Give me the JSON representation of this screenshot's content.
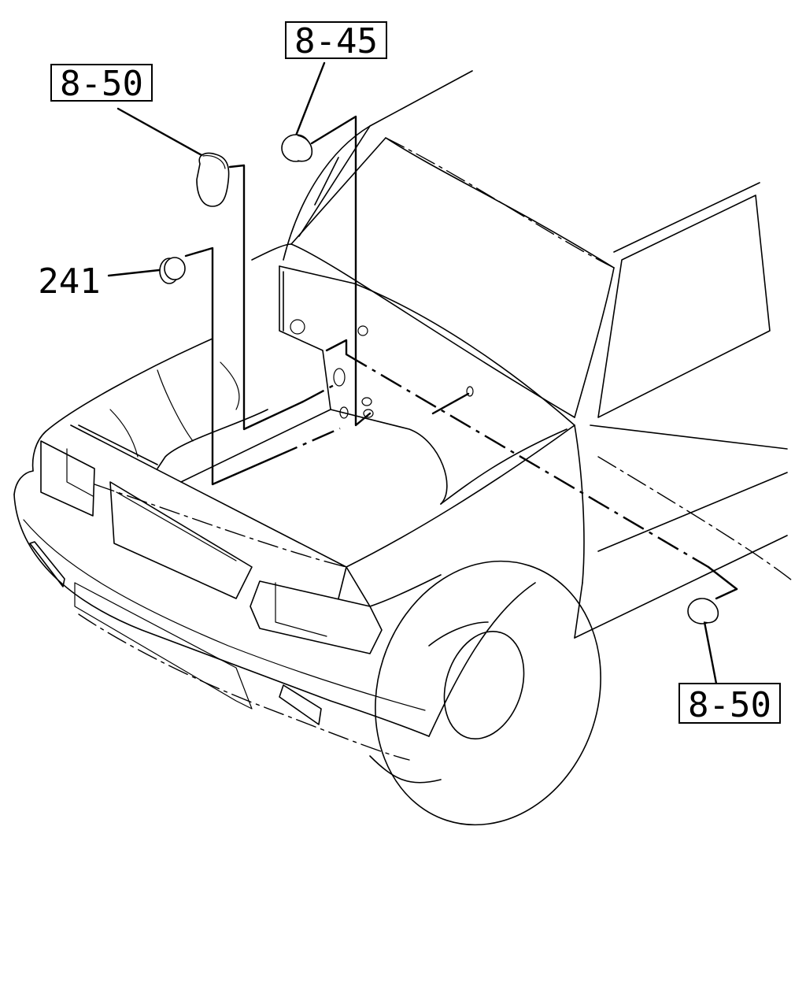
{
  "callouts": {
    "top_left_ref": "8-50",
    "top_center_ref": "8-45",
    "left_part_no": "241",
    "bottom_right_ref": "8-50"
  }
}
